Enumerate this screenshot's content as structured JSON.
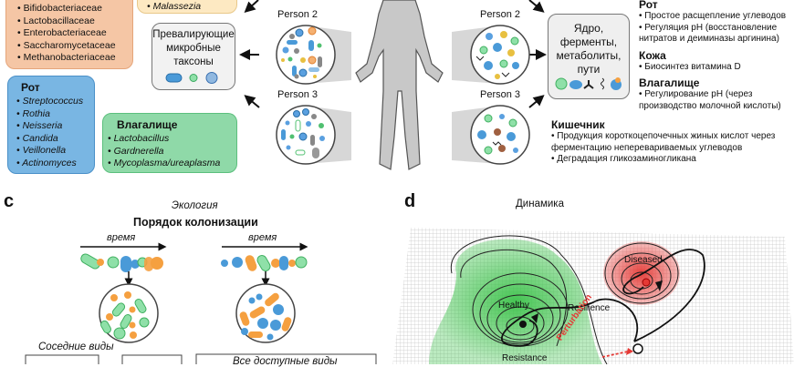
{
  "panel_a": {
    "gut_box": {
      "items": [
        "Bifidobacteriaceae",
        "Lactobacillaceae",
        "Enterobacteriaceae",
        "Saccharomycetaceae",
        "Methanobacteriaceae"
      ],
      "color": "#f5c6a5"
    },
    "skin_box": {
      "items": [
        "Malassezia"
      ],
      "color": "#fde9c2"
    },
    "mouth_box": {
      "title": "Рот",
      "items": [
        "Streptococcus",
        "Rothia",
        "Neisseria",
        "Candida",
        "Veillonella",
        "Actinomyces"
      ],
      "color": "#79b6e3"
    },
    "vagina_box": {
      "title": "Влагалище",
      "items": [
        "Lactobacillus",
        "Gardnerella",
        "Mycoplasma/ureaplasma"
      ],
      "color": "#8fd9a8"
    },
    "taxa_box": {
      "lines": [
        "Превалирующие",
        "микробные",
        "таксоны"
      ]
    },
    "persons_left": [
      "Person 2",
      "Person 3"
    ]
  },
  "panel_b": {
    "persons_right": [
      "Person 2",
      "Person 3"
    ],
    "function_box": {
      "lines": [
        "Ядро,",
        "ферменты,",
        "метаболиты,",
        "пути"
      ]
    },
    "sections": [
      {
        "title": "Рот",
        "items": [
          "Простое расщепление углеводов",
          "Регуляция pH (восстановление нитратов и деиминазы аргинина)"
        ]
      },
      {
        "title": "Кожа",
        "items": [
          "Биосинтез витамина D"
        ]
      },
      {
        "title": "Влагалище",
        "items": [
          "Регулирование pH (через производство молочной кислоты)"
        ]
      }
    ],
    "gut_section": {
      "title": "Кишечник",
      "items": [
        "Продукция короткоцепочечных жиных кислот через ферментацию неперевариваемых углеводов",
        "Деградация гликозаминогликана"
      ]
    }
  },
  "panel_c": {
    "letter": "c",
    "subtitle": "Экология",
    "title": "Порядок колонизации",
    "time_label_1": "время",
    "time_label_2": "время",
    "neighbors_label": "Соседние виды",
    "all_species_label": "Все доступные виды"
  },
  "panel_d": {
    "letter": "d",
    "title": "Динамика",
    "labels": {
      "healthy": "Healthy",
      "diseased": "Diseased",
      "resilience": "Resilience",
      "resistance": "Resistance",
      "perturbation": "Perturbation"
    },
    "colors": {
      "healthy": "#3cc24a",
      "diseased": "#e53935",
      "perturbation": "#e53935"
    }
  }
}
